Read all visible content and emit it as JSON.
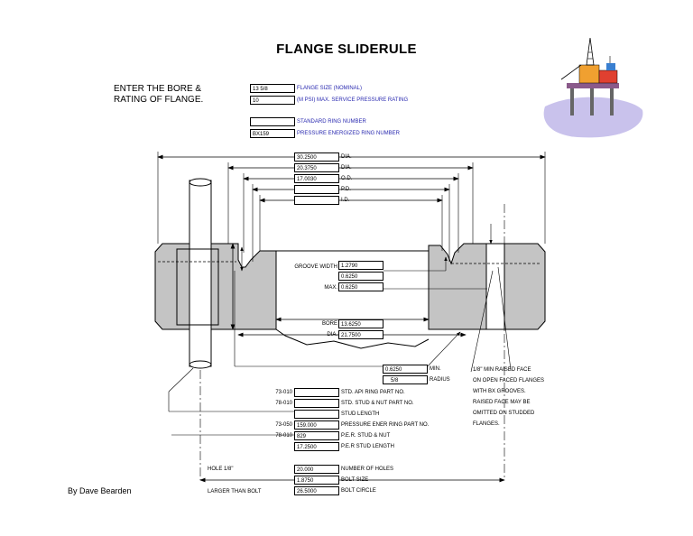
{
  "title": "FLANGE SLIDERULE",
  "intro": {
    "line1": "ENTER THE BORE &",
    "line2": "RATING OF FLANGE."
  },
  "author": "By Dave Bearden",
  "inputs": {
    "flange_size": {
      "value": "13   5/8",
      "label": "FLANGE SIZE (NOMINAL)"
    },
    "pressure": {
      "value": "10",
      "label": "(M PSI) MAX. SERVICE PRESSURE RATING"
    },
    "standard_ring": {
      "value": "",
      "label": "STANDARD RING NUMBER"
    },
    "energized_ring": {
      "value": "BX159",
      "label": "PRESSURE ENERGIZED RING NUMBER"
    }
  },
  "dims": [
    {
      "value": "30.2500",
      "label": "DIA."
    },
    {
      "value": "20.3750",
      "label": "DIA."
    },
    {
      "value": "17.0030",
      "label": "O.D."
    },
    {
      "value": "",
      "label": "P.D."
    },
    {
      "value": "",
      "label": "I.D."
    }
  ],
  "groove": {
    "label": "GROOVE WIDTH",
    "width": "1.2790",
    "v2": "0.6250",
    "max_label": "MAX.",
    "max": "0.6250"
  },
  "bore": {
    "label": "BORE",
    "value": "13.6250",
    "dia_label": "DIA.",
    "dia": "21.7500"
  },
  "radius": {
    "min": "0.6250",
    "min_label": "MIN.",
    "radius": "5/8",
    "radius_label": "RADIUS"
  },
  "note": {
    "lines": [
      "1/8\" MIN RAISED FACE",
      "ON OPEN FACED FLANGES",
      "WITH BX GROOVES.",
      "RAISED FACE MAY BE",
      "OMITTED ON STUDDED",
      "FLANGES."
    ]
  },
  "parts": [
    {
      "prefix": "73-010",
      "value": "",
      "label": "STD. API RING PART NO."
    },
    {
      "prefix": "78-010",
      "value": "",
      "label": "STD. STUD & NUT PART NO."
    },
    {
      "prefix": "",
      "value": "",
      "label": "STUD LENGTH"
    },
    {
      "prefix": "73-050",
      "value": "159.000",
      "label": "PRESSURE ENER RING PART NO."
    },
    {
      "prefix": "78-010",
      "value": "829",
      "label": "P.E.R. STUD & NUT"
    },
    {
      "prefix": "",
      "value": "17.2500",
      "label": "P.E.R STUD LENGTH"
    }
  ],
  "holes": {
    "note1": "HOLE 1/8\"",
    "note2": "LARGER THAN BOLT",
    "rows": [
      {
        "value": "20.000",
        "label": "NUMBER OF HOLES"
      },
      {
        "value": "1.8750",
        "label": "BOLT SIZE"
      },
      {
        "value": "26.5000",
        "label": "BOLT CIRCLE"
      }
    ]
  },
  "colors": {
    "flange_fill": "#c4c4c4",
    "label_blue": "#2a2ab0"
  }
}
